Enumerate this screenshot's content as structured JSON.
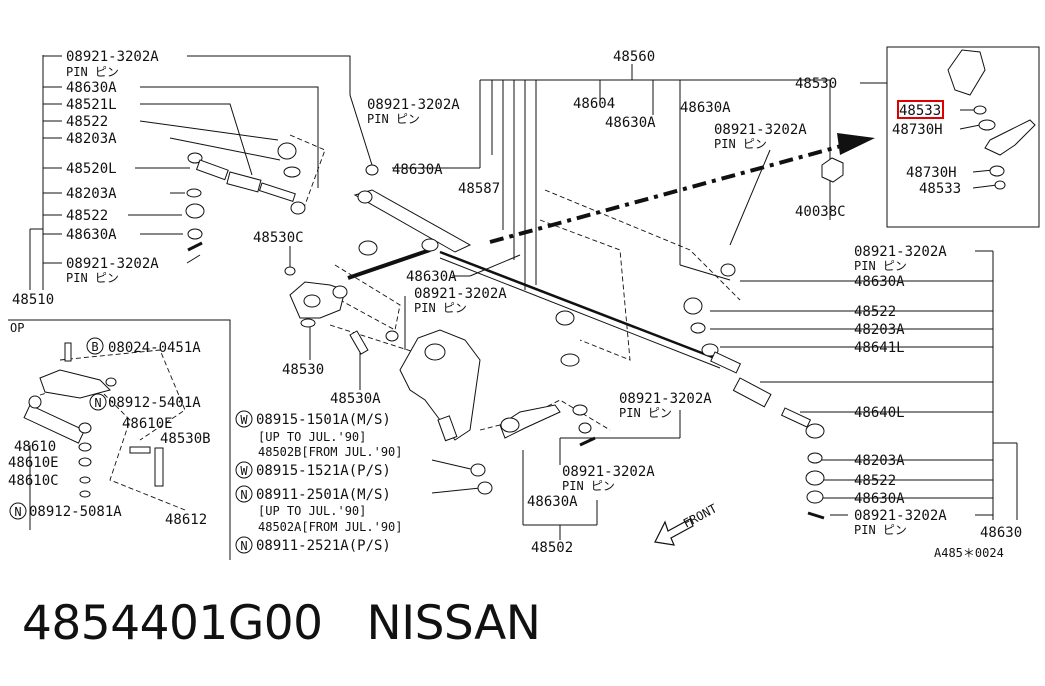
{
  "labels": {
    "l_089_a": "08921-3202A",
    "l_pin_a": "PIN ピン",
    "l_48630a_a": "48630A",
    "l_48521l": "48521L",
    "l_48522_a": "48522",
    "l_48203a_a": "48203A",
    "l_48520l": "48520L",
    "l_48203a_b": "48203A",
    "l_48522_b": "48522",
    "l_48630a_b": "48630A",
    "l_089_b": "08921-3202A",
    "l_pin_b": "PIN ピン",
    "l_48510": "48510",
    "l_48560": "48560",
    "l_089_c": "08921-3202A",
    "l_pin_c": "PIN ピン",
    "l_48630a_c": "48630A",
    "l_48604": "48604",
    "l_48630a_d": "48630A",
    "l_48630a_e": "48630A",
    "l_089_d": "08921-3202A",
    "l_pin_d": "PIN ピン",
    "l_48587": "48587",
    "l_48530": "48530",
    "l_48533_hl": "48533",
    "l_48730h_a": "48730H",
    "l_48730h_b": "48730H",
    "l_48533": "48533",
    "l_40038c": "40038C",
    "l_48530c": "48530C",
    "l_48630a_f": "48630A",
    "l_089_e": "08921-3202A",
    "l_pin_e": "PIN ピン",
    "l_48530a": "48530A",
    "l_089_f": "08921-3202A",
    "l_pin_f": "PIN ピン",
    "l_48630a_g": "48630A",
    "l_48522_c": "48522",
    "l_48203a_c": "48203A",
    "l_48641l": "48641L",
    "l_48640l": "48640L",
    "l_48203a_d": "48203A",
    "l_48522_d": "48522",
    "l_48630a_h": "48630A",
    "l_089_g": "08921-3202A",
    "l_pin_g": "PIN ピン",
    "l_48630": "48630",
    "l_code": "A485＊0024",
    "l_op": "OP",
    "l_b_circle": "B",
    "l_08024": "08024-0451A",
    "l_n_circle_1": "N",
    "l_08912_54": "08912-5401A",
    "l_48610": "48610",
    "l_48610e_a": "48610E",
    "l_48610e_b": "48610E",
    "l_48610c": "48610C",
    "l_48530b": "48530B",
    "l_n_circle_2": "N",
    "l_08912_50": "08912-5081A",
    "l_48612": "48612",
    "l_w_circle_1": "W",
    "l_08915_1501": "08915-1501A(M/S)",
    "l_upto_1": "[UP TO JUL.'90]",
    "l_48502b": "48502B[FROM JUL.'90]",
    "l_w_circle_2": "W",
    "l_08915_1521": "08915-1521A(P/S)",
    "l_n_circle_3": "N",
    "l_08911_2501": "08911-2501A(M/S)",
    "l_upto_2": "[UP TO JUL.'90]",
    "l_48502a": "48502A[FROM JUL.'90]",
    "l_n_circle_4": "N",
    "l_08911_2521": "08911-2521A(P/S)",
    "l_089_h": "08921-3202A",
    "l_pin_h": "PIN ピン",
    "l_48630a_i": "48630A",
    "l_48502": "48502",
    "l_089_i": "08921-3202A",
    "l_pin_i": "PIN ピン",
    "l_front": "FRONT"
  },
  "footer": {
    "part_number": "4854401G00",
    "brand": "NISSAN"
  },
  "colors": {
    "line": "#111111",
    "highlight": "#e00000"
  }
}
